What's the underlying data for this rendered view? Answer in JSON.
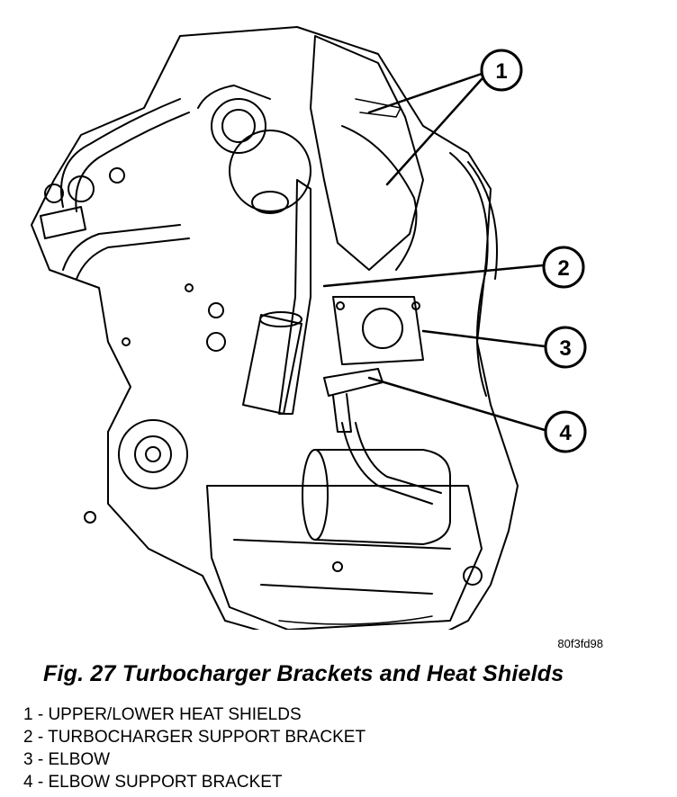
{
  "figure": {
    "ref_code": "80f3fd98",
    "caption": "Fig. 27 Turbocharger Brackets and Heat Shields",
    "callouts": [
      "1",
      "2",
      "3",
      "4"
    ],
    "legend": [
      "1 - UPPER/LOWER HEAT SHIELDS",
      "2 - TURBOCHARGER SUPPORT BRACKET",
      "3 - ELBOW",
      "4 - ELBOW SUPPORT BRACKET"
    ]
  },
  "colors": {
    "ink": "#000000",
    "paper": "#ffffff"
  }
}
